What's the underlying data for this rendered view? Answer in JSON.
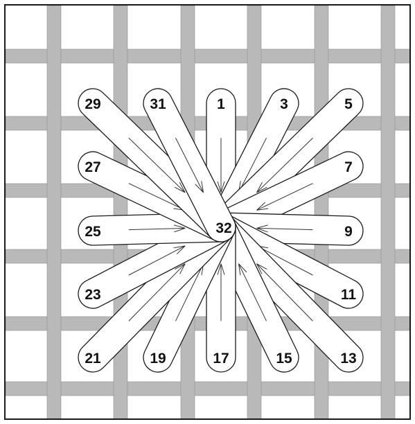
{
  "colors": {
    "canvas": "#ffffff",
    "thread": "#b9b9b9",
    "thread_edge": "#8f8f8f",
    "stitch_fill": "#ffffff",
    "stitch_outline": "#1a1a1a",
    "arrow": "#333333",
    "label": "#111111"
  },
  "center": {
    "label": "32"
  },
  "stitches": [
    {
      "label": "1"
    },
    {
      "label": "3"
    },
    {
      "label": "5"
    },
    {
      "label": "7"
    },
    {
      "label": "9"
    },
    {
      "label": "11"
    },
    {
      "label": "13"
    },
    {
      "label": "15"
    },
    {
      "label": "17"
    },
    {
      "label": "19"
    },
    {
      "label": "21"
    },
    {
      "label": "23"
    },
    {
      "label": "25"
    },
    {
      "label": "27"
    },
    {
      "label": "29"
    },
    {
      "label": "31"
    }
  ],
  "icons": {
    "stitch_direction": "arrow-icon"
  }
}
